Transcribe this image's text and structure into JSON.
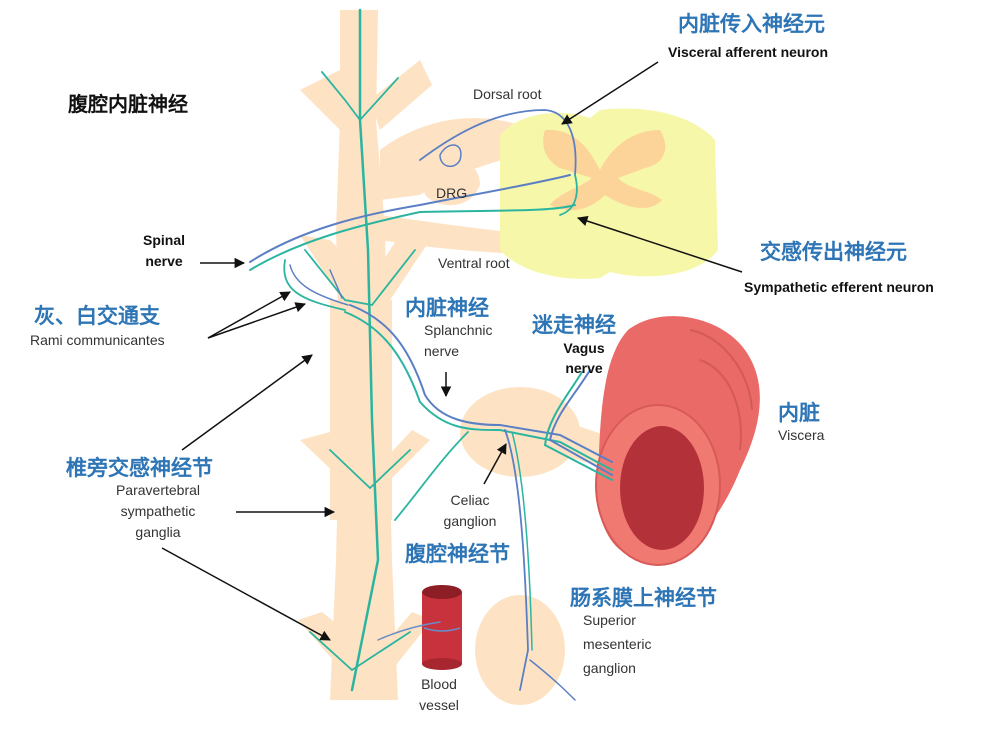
{
  "title": "腹腔内脏神经",
  "labels": {
    "visceral_afferent_cn": "内脏传入神经元",
    "visceral_afferent_en": "Visceral afferent neuron",
    "dorsal_root": "Dorsal root",
    "drg": "DRG",
    "ventral_root": "Ventral root",
    "sympathetic_efferent_cn": "交感传出神经元",
    "sympathetic_efferent_en": "Sympathetic efferent neuron",
    "spinal_nerve_1": "Spinal",
    "spinal_nerve_2": "nerve",
    "rami_cn": "灰、白交通支",
    "rami_en": "Rami communicantes",
    "splanchnic_cn": "内脏神经",
    "splanchnic_en_1": "Splanchnic",
    "splanchnic_en_2": "nerve",
    "vagus_cn": "迷走神经",
    "vagus_en_1": "Vagus",
    "vagus_en_2": "nerve",
    "viscera_cn": "内脏",
    "viscera_en": "Viscera",
    "paravertebral_cn": "椎旁交感神经节",
    "paravertebral_en_1": "Paravertebral",
    "paravertebral_en_2": "sympathetic",
    "paravertebral_en_3": "ganglia",
    "celiac_en_1": "Celiac",
    "celiac_en_2": "ganglion",
    "celiac_cn": "腹腔神经节",
    "blood_vessel_1": "Blood",
    "blood_vessel_2": "vessel",
    "sup_mes_cn": "肠系膜上神经节",
    "sup_mes_en_1": "Superior",
    "sup_mes_en_2": "mesenteric",
    "sup_mes_en_3": "ganglion"
  },
  "colors": {
    "nerve_green": "#2bb5a0",
    "nerve_blue": "#5b7fc4",
    "tissue": "#fde3c3",
    "spinal_cord": "#f6f7a8",
    "grey_matter": "#fcd49a",
    "viscera": "#e96a66",
    "viscera_dark": "#b3323a",
    "label_blue": "#2e75b6"
  }
}
